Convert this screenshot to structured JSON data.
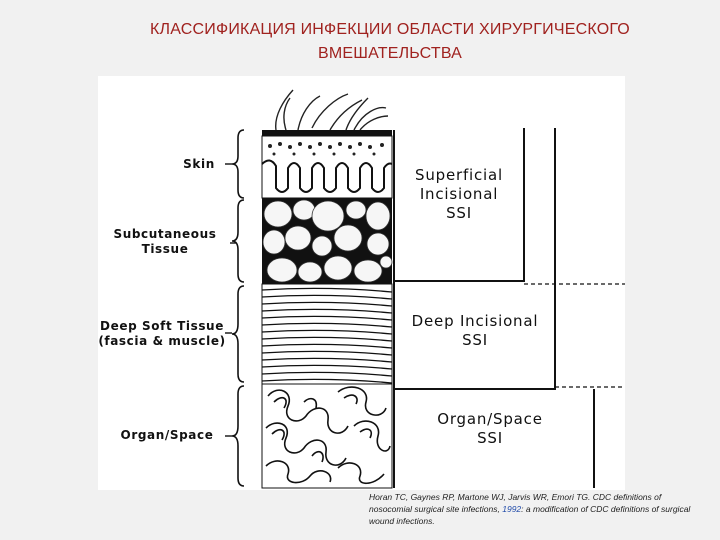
{
  "title": {
    "line1": "КЛАССИФИКАЦИЯ ИНФЕКЦИИ ОБЛАСТИ ХИРУРГИЧЕСКОГО",
    "line2": "ВМЕШАТЕЛЬСТВА"
  },
  "layers": {
    "skin": "Skin",
    "subcutaneous_1": "Subcutaneous",
    "subcutaneous_2": "Tissue",
    "deep_1": "Deep Soft Tissue",
    "deep_2": "(fascia & muscle)",
    "organ": "Organ/Space"
  },
  "ssi": {
    "superficial_1": "Superficial",
    "superficial_2": "Incisional",
    "superficial_3": "SSI",
    "deep_1": "Deep Incisional",
    "deep_2": "SSI",
    "organ_1": "Organ/Space",
    "organ_2": "SSI"
  },
  "citation": {
    "part1": "Horan TC, Gaynes RP, Martone WJ, Jarvis WR, Emori TG. CDC definitions of nosocomial surgical site infections,",
    "year": "1992",
    "part2": ": a modification of CDC definitions of surgical wound infections."
  }
}
